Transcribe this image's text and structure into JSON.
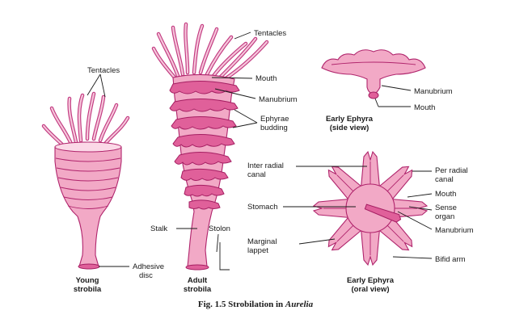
{
  "young_strobila": {
    "tentacles": "Tentacles",
    "adhesive_disc": "Adhesive disc",
    "caption_line1": "Young",
    "caption_line2": "strobila"
  },
  "adult_strobila": {
    "tentacles": "Tentacles",
    "mouth": "Mouth",
    "manubrium": "Manubrium",
    "ephyrae_budding": "Ephyrae budding",
    "stalk": "Stalk",
    "stolon": "Stolon",
    "caption_line1": "Adult",
    "caption_line2": "strobila"
  },
  "early_ephyra_side": {
    "manubrium": "Manubrium",
    "mouth": "Mouth",
    "caption_line1": "Early Ephyra",
    "caption_line2": "(side view)"
  },
  "early_ephyra_oral": {
    "inter_radial_canal": "Inter radial canal",
    "per_radial_canal": "Per radial canal",
    "mouth": "Mouth",
    "sense_organ": "Sense organ",
    "stomach": "Stomach",
    "manubrium": "Manubrium",
    "marginal_lappet": "Marginal lappet",
    "bifid_arm": "Bifid arm",
    "caption_line1": "Early Ephyra",
    "caption_line2": "(oral view)"
  },
  "figure_caption": {
    "prefix": "Fig. 1.5  Strobilation in ",
    "organism": "Aurelia"
  },
  "colors": {
    "tissue": "#f2a9c6",
    "tissue_dark": "#e0609a",
    "outline": "#b0246c"
  }
}
